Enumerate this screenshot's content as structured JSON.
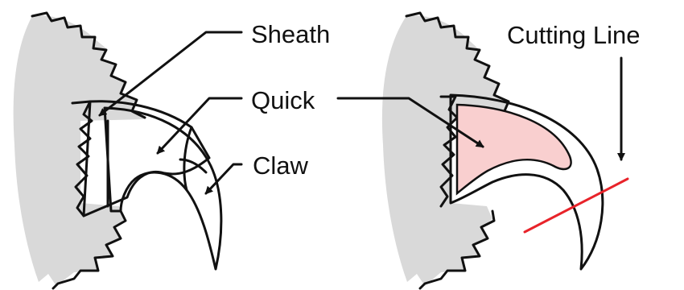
{
  "labels": {
    "sheath": "Sheath",
    "quick": "Quick",
    "claw": "Claw",
    "cutting_line": "Cutting Line"
  },
  "colors": {
    "fur": "#d9d9d9",
    "quick_fill": "#f9cfcf",
    "cut_line": "#e8232a",
    "ink": "#111111"
  }
}
